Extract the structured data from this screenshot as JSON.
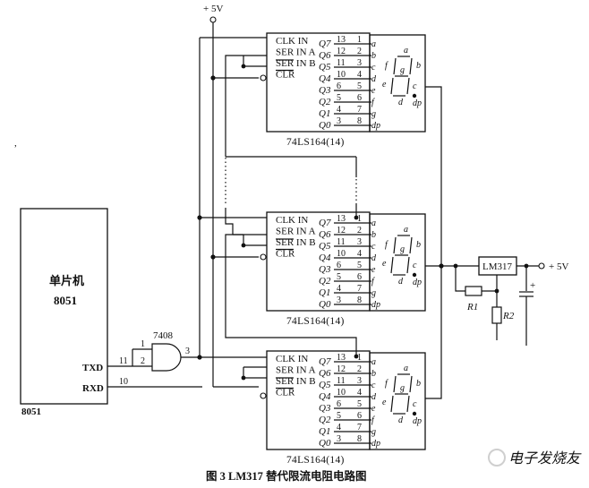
{
  "supply": {
    "top_label": "+ 5V",
    "right_label": "+ 5V"
  },
  "mcu": {
    "name_line1": "单片机",
    "name_line2": "8051",
    "bottom_label": "8051",
    "txd": "TXD",
    "rxd": "RXD",
    "txd_pin": "11",
    "rxd_pin": "10"
  },
  "gate": {
    "name": "7408",
    "pin_in1": "1",
    "pin_in2": "2",
    "pin_out": "3"
  },
  "register": {
    "caption": "74LS164(14)",
    "pins_left": [
      "CLK  IN",
      "SER IN A",
      "SER IN B",
      "CLR"
    ],
    "outputs": [
      {
        "q": "Q7",
        "a": "13",
        "b": "1",
        "seg": "a"
      },
      {
        "q": "Q6",
        "a": "12",
        "b": "2",
        "seg": "b"
      },
      {
        "q": "Q5",
        "a": "11",
        "b": "3",
        "seg": "c"
      },
      {
        "q": "Q4",
        "a": "10",
        "b": "4",
        "seg": "d"
      },
      {
        "q": "Q3",
        "a": "6",
        "b": "5",
        "seg": "e"
      },
      {
        "q": "Q2",
        "a": "5",
        "b": "6",
        "seg": "f"
      },
      {
        "q": "Q1",
        "a": "4",
        "b": "7",
        "seg": "g"
      },
      {
        "q": "Q0",
        "a": "3",
        "b": "8",
        "seg": "dp"
      }
    ]
  },
  "display": {
    "seg_a": "a",
    "seg_b": "b",
    "seg_c": "c",
    "seg_d": "d",
    "seg_e": "e",
    "seg_f": "f",
    "seg_g": "g",
    "seg_dp": "dp"
  },
  "regulator": {
    "name": "LM317",
    "r1": "R1",
    "r2": "R2",
    "cap_plus": "+"
  },
  "caption": "图 3   LM317 替代限流电阻电路图",
  "watermark": "电子发烧友",
  "stray_mark": ","
}
